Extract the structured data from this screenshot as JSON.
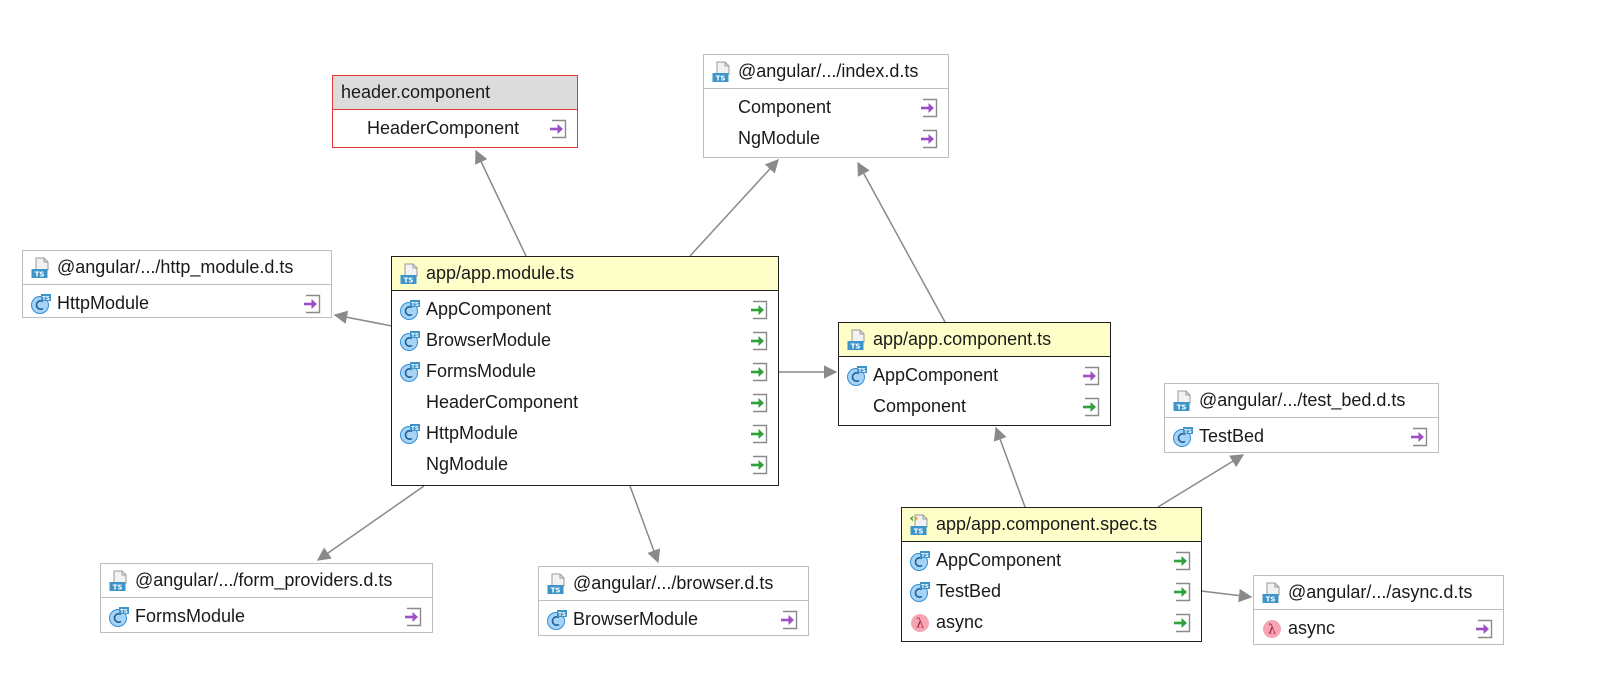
{
  "nodes": {
    "header_component": {
      "title": "header.component",
      "rows": [
        {
          "label": "HeaderComponent",
          "icon": "none",
          "marker": "export"
        }
      ]
    },
    "index_dts": {
      "title": "@angular/.../index.d.ts",
      "rows": [
        {
          "label": "Component",
          "icon": "none",
          "marker": "export"
        },
        {
          "label": "NgModule",
          "icon": "none",
          "marker": "export"
        }
      ]
    },
    "http_module_dts": {
      "title": "@angular/.../http_module.d.ts",
      "rows": [
        {
          "label": "HttpModule",
          "icon": "class",
          "marker": "export"
        }
      ]
    },
    "app_module": {
      "title": "app/app.module.ts",
      "rows": [
        {
          "label": "AppComponent",
          "icon": "class",
          "marker": "import"
        },
        {
          "label": "BrowserModule",
          "icon": "class",
          "marker": "import"
        },
        {
          "label": "FormsModule",
          "icon": "class",
          "marker": "import"
        },
        {
          "label": "HeaderComponent",
          "icon": "none",
          "marker": "import"
        },
        {
          "label": "HttpModule",
          "icon": "class",
          "marker": "import"
        },
        {
          "label": "NgModule",
          "icon": "none",
          "marker": "import"
        }
      ]
    },
    "app_component": {
      "title": "app/app.component.ts",
      "rows": [
        {
          "label": "AppComponent",
          "icon": "class",
          "marker": "export"
        },
        {
          "label": "Component",
          "icon": "none",
          "marker": "import"
        }
      ]
    },
    "test_bed_dts": {
      "title": "@angular/.../test_bed.d.ts",
      "rows": [
        {
          "label": "TestBed",
          "icon": "class",
          "marker": "export"
        }
      ]
    },
    "form_providers_dts": {
      "title": "@angular/.../form_providers.d.ts",
      "rows": [
        {
          "label": "FormsModule",
          "icon": "class",
          "marker": "export"
        }
      ]
    },
    "browser_dts": {
      "title": "@angular/.../browser.d.ts",
      "rows": [
        {
          "label": "BrowserModule",
          "icon": "class",
          "marker": "export"
        }
      ]
    },
    "app_component_spec": {
      "title": "app/app.component.spec.ts",
      "rows": [
        {
          "label": "AppComponent",
          "icon": "class",
          "marker": "import"
        },
        {
          "label": "TestBed",
          "icon": "class",
          "marker": "import"
        },
        {
          "label": "async",
          "icon": "lambda",
          "marker": "import"
        }
      ]
    },
    "async_dts": {
      "title": "@angular/.../async.d.ts",
      "rows": [
        {
          "label": "async",
          "icon": "lambda",
          "marker": "export"
        }
      ]
    }
  },
  "colors": {
    "edge": "#8a8a8a",
    "import_arrow": "#2fa13a",
    "export_arrow": "#9c4fc4",
    "class_icon": "#2f8ed8",
    "lambda_icon": "#f4a7b3",
    "ts_badge": "#3c94c8"
  }
}
